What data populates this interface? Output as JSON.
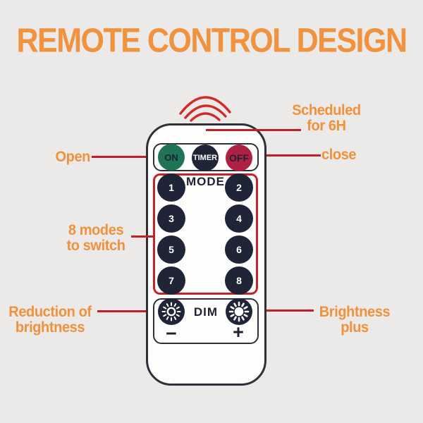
{
  "title": "REMOTE CONTROL DESIGN",
  "colors": {
    "background": "#ebeae8",
    "accent_orange": "#f0923e",
    "connector_red": "#c1202a",
    "wave_red": "#d12b28",
    "remote_outline": "#2f3038",
    "remote_fill": "#fdfdfc",
    "button_navy": "#202437",
    "button_green": "#1f7457",
    "button_crimson": "#ae2142",
    "mode_border_red": "#c4232b"
  },
  "annotations": {
    "scheduled": {
      "line1": "Scheduled",
      "line2": "for 6H"
    },
    "open": "Open",
    "close": "close",
    "modes": {
      "line1": "8 modes",
      "line2": "to switch"
    },
    "reduction": {
      "line1": "Reduction of",
      "line2": "brightness"
    },
    "brightness": {
      "line1": "Brightness",
      "line2": "plus"
    }
  },
  "remote": {
    "signal_icon": "signal-waves-icon",
    "power": {
      "on": "ON",
      "timer": "TIMER",
      "off": "OFF"
    },
    "mode": {
      "label": "MODE",
      "buttons": [
        "1",
        "2",
        "3",
        "4",
        "5",
        "6",
        "7",
        "8"
      ]
    },
    "dim": {
      "label": "DIM",
      "minus": "−",
      "plus": "+",
      "icons": [
        "sun-dim-icon",
        "sun-bright-icon"
      ]
    }
  }
}
